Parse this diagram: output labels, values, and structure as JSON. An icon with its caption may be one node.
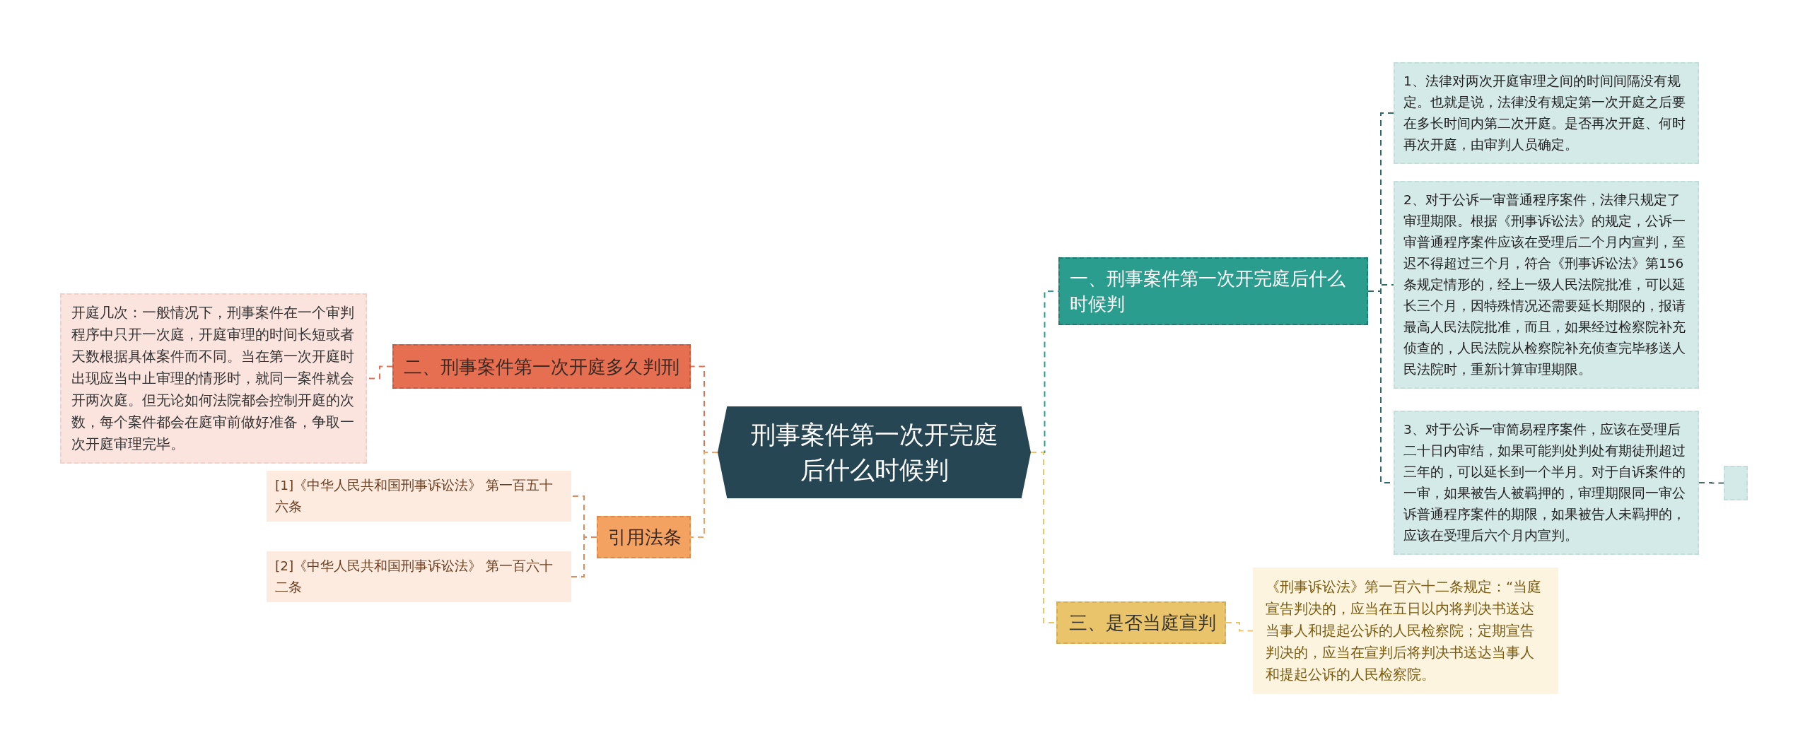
{
  "diagram": {
    "nodes": [
      {
        "text": [
          "刑事案件第一次开完庭后什么时候判"
        ]
      },
      {
        "text": [
          "一、刑事案件第一次开完庭后什么时候判"
        ]
      },
      {
        "text": [
          "1、法律对两次开庭审理之间的时间间隔没有规定。也就是说，法律没有规定第一次开庭之后要在多长时间内第二次开庭。是否再次开庭、何时再次开庭，由审判人员确定。"
        ]
      },
      {
        "text": [
          "2、对于公诉一审普通程序案件，法律只规定了审理期限。根据《刑事诉讼法》的规定，公诉一审普通程序案件应该在受理后二个月内宣判，至迟不得超过三个月，符合《刑事诉讼法》第156条规定情形的，经上一级人民法院批准，可以延长三个月，因特殊情况还需要延长期限的，报请最高人民法院批准，而且，如果经过检察院补充侦查的，人民法院从检察院补充侦查完毕移送人民法院时，重新计算审理期限。"
        ]
      },
      {
        "text": [
          "3、对于公诉一审简易程序案件，应该在受理后二十日内审结，如果可能判处判处有期徒刑超过三年的，可以延长到一个半月。对于自诉案件的一审，如果被告人被羁押的，审理期限同一审公诉普通程序案件的期限，如果被告人未羁押的，应该在受理后六个月内宣判。"
        ]
      },
      {
        "text": [],
        "shape": "box"
      },
      {
        "text": [
          "三、是否当庭宣判"
        ]
      },
      {
        "text": [
          "《刑事诉讼法》第一百六十二条规定：“当庭宣告判决的，应当在五日以内将判决书送达当事人和提起公诉的人民检察院；定期宣告判决的，应当在宣判后将判决书送达当事人和提起公诉的人民检察院。"
        ]
      },
      {
        "text": [
          "二、刑事案件第一次开庭多久判刑"
        ]
      },
      {
        "text": [
          "开庭几次：一般情况下，刑事案件在一个审判程序中只开一次庭，开庭审理的时间长短或者天数根据具体案件而不同。当在第一次开庭时出现应当中止审理的情形时，就同一案件就会开两次庭。但无论如何法院都会控制开庭的次数，每个案件都会在庭审前做好准备，争取一次开庭审理完毕。"
        ]
      },
      {
        "text": [
          "引用法条"
        ]
      },
      {
        "text": [
          "[1]《中华人民共和国刑事诉讼法》 第一百五十六条"
        ]
      },
      {
        "text": [
          "[2]《中华人民共和国刑事诉讼法》 第一百六十二条"
        ]
      }
    ],
    "edges": [
      {
        "from": 0,
        "to": 1,
        "arrow": "none",
        "style": "dashed",
        "color": "#2a9d8f"
      },
      {
        "from": 1,
        "to": 2,
        "arrow": "none",
        "style": "dashed",
        "color": "#2f6b66"
      },
      {
        "from": 1,
        "to": 3,
        "arrow": "none",
        "style": "dashed",
        "color": "#2f6b66"
      },
      {
        "from": 1,
        "to": 4,
        "arrow": "none",
        "style": "dashed",
        "color": "#2f6b66"
      },
      {
        "from": 4,
        "to": 5,
        "arrow": "none",
        "style": "dashed",
        "color": "#4f6b68"
      },
      {
        "from": 0,
        "to": 6,
        "arrow": "none",
        "style": "dashed",
        "color": "#e9c46a"
      },
      {
        "from": 6,
        "to": 7,
        "arrow": "none",
        "style": "dashed",
        "color": "#e9c46a"
      },
      {
        "from": 0,
        "to": 8,
        "arrow": "none",
        "style": "dashed",
        "color": "#e76f51"
      },
      {
        "from": 8,
        "to": 9,
        "arrow": "none",
        "style": "dashed",
        "color": "#e76f51"
      },
      {
        "from": 0,
        "to": 10,
        "arrow": "none",
        "style": "dashed",
        "color": "#f4a261"
      },
      {
        "from": 10,
        "to": 11,
        "arrow": "none",
        "style": "dashed",
        "color": "#e08a5a"
      },
      {
        "from": 10,
        "to": 12,
        "arrow": "none",
        "style": "dashed",
        "color": "#e08a5a"
      }
    ]
  }
}
